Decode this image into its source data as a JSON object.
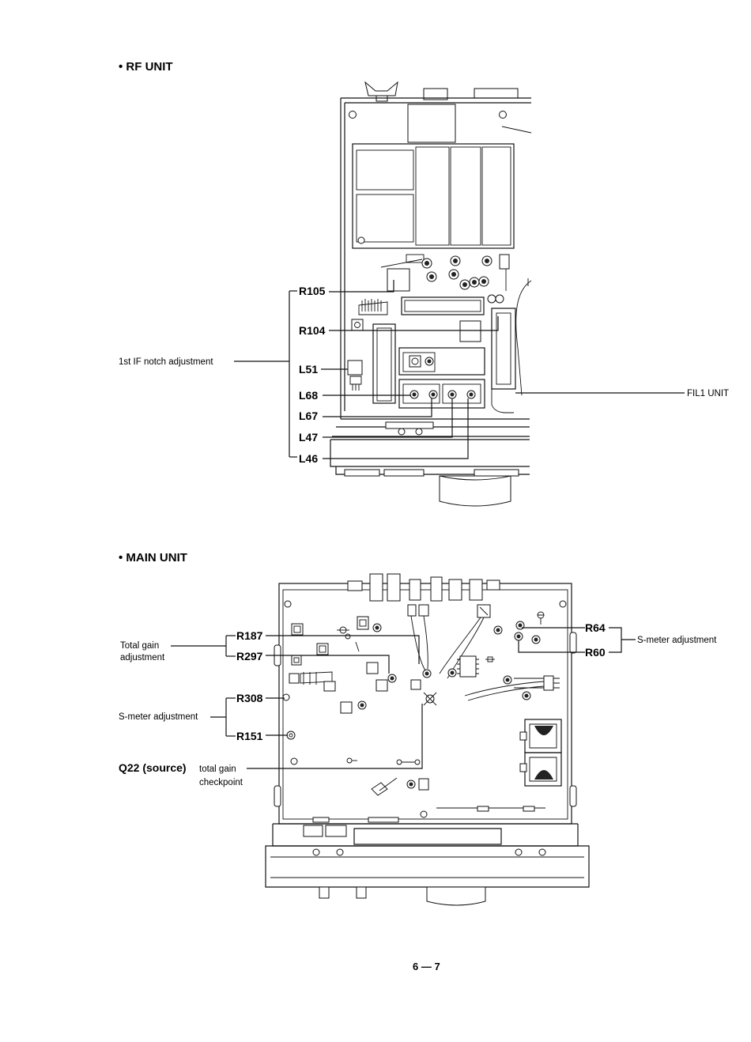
{
  "rf_unit": {
    "title": "• RF UNIT",
    "labels": {
      "r105": "R105",
      "r104": "R104",
      "l51": "L51",
      "l68": "L68",
      "l67": "L67",
      "l47": "L47",
      "l46": "L46"
    },
    "notch_caption": "1st IF notch adjustment",
    "fil1_caption": "FIL1 UNIT"
  },
  "main_unit": {
    "title": "• MAIN UNIT",
    "labels": {
      "r187": "R187",
      "r297": "R297",
      "r308": "R308",
      "r151": "R151",
      "r64": "R64",
      "r60": "R60"
    },
    "total_gain_caption_1": "Total gain",
    "total_gain_caption_2": "adjustment",
    "smeter_left_caption": "S-meter adjustment",
    "smeter_right_caption": "S-meter adjustment",
    "q22_label": "Q22 (source)",
    "checkpoint_caption_1": "total gain",
    "checkpoint_caption_2": "checkpoint"
  },
  "page_number": "6 — 7"
}
